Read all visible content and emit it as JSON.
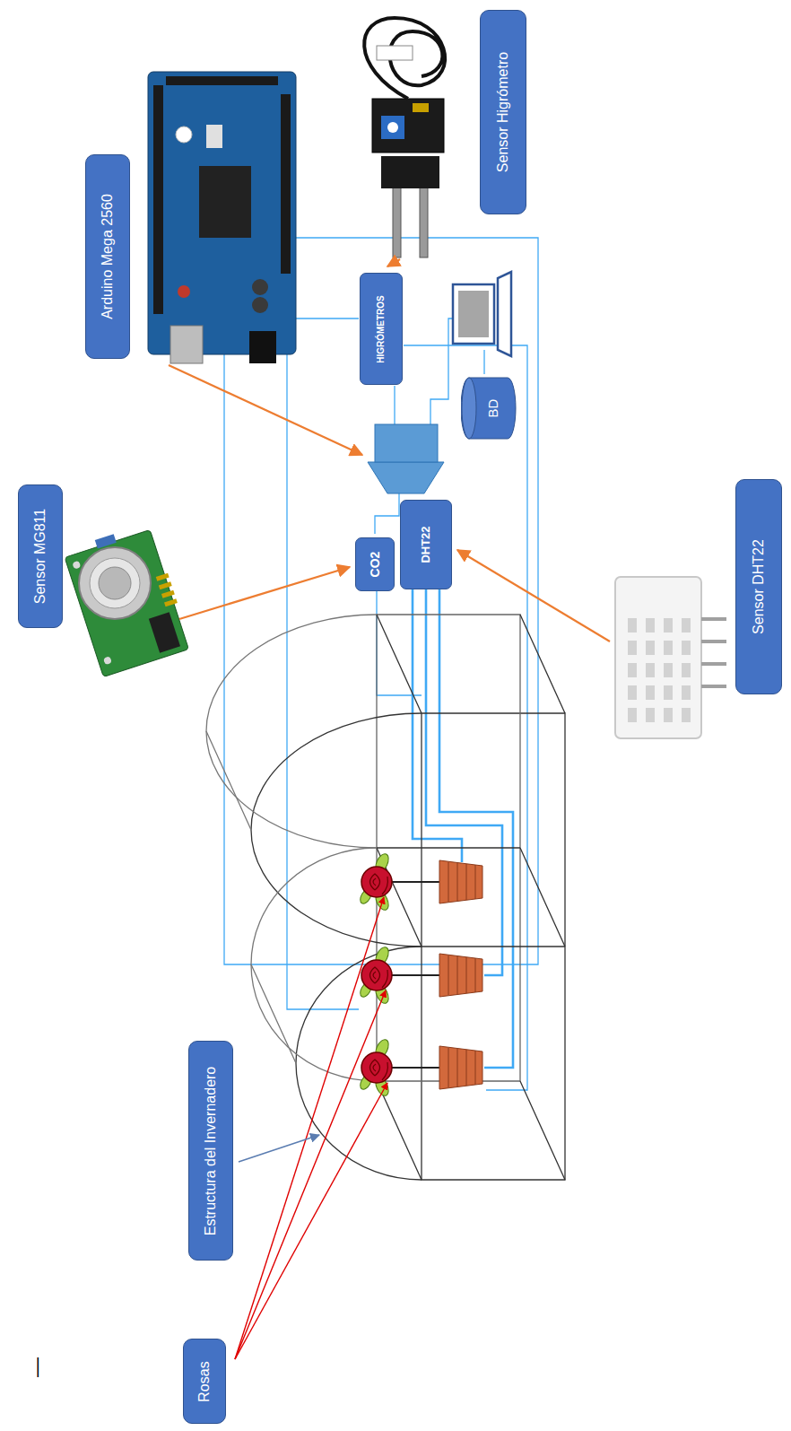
{
  "diagram": {
    "nodes": [
      {
        "text": [
          "Rosas"
        ]
      },
      {
        "text": [
          "Estructura del Invernadero"
        ]
      },
      {
        "text": [
          "Sensor MG811"
        ]
      },
      {
        "text": [
          "Arduino Mega 2560"
        ]
      },
      {
        "text": [
          "CO2"
        ]
      },
      {
        "text": [
          "DHT22"
        ]
      },
      {
        "text": [
          "HIGRÓMETROS"
        ]
      },
      {
        "text": [
          "BD"
        ]
      },
      {
        "text": [
          "Sensor Higrómetro"
        ]
      },
      {
        "text": [
          "Sensor DHT22"
        ]
      }
    ],
    "labels": [
      "—"
    ]
  }
}
